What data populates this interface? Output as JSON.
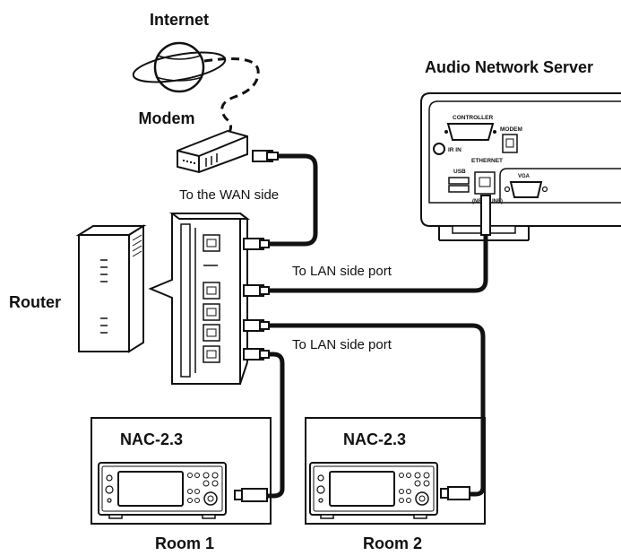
{
  "labels": {
    "internet": "Internet",
    "modem": "Modem",
    "server": "Audio Network Server",
    "wan": "To the WAN side",
    "router": "Router",
    "lan1": "To LAN side port",
    "lan2": "To LAN side port",
    "device1": "NAC-2.3",
    "device2": "NAC-2.3",
    "room1": "Room 1",
    "room2": "Room 2"
  },
  "server_panel": {
    "controller": "CONTROLLER",
    "modem": "MODEM",
    "ir_in": "IR IN",
    "ethernet": "ETHERNET",
    "usb": "USB",
    "vga": "VGA",
    "net_tune": "(NET-TUNE)"
  }
}
